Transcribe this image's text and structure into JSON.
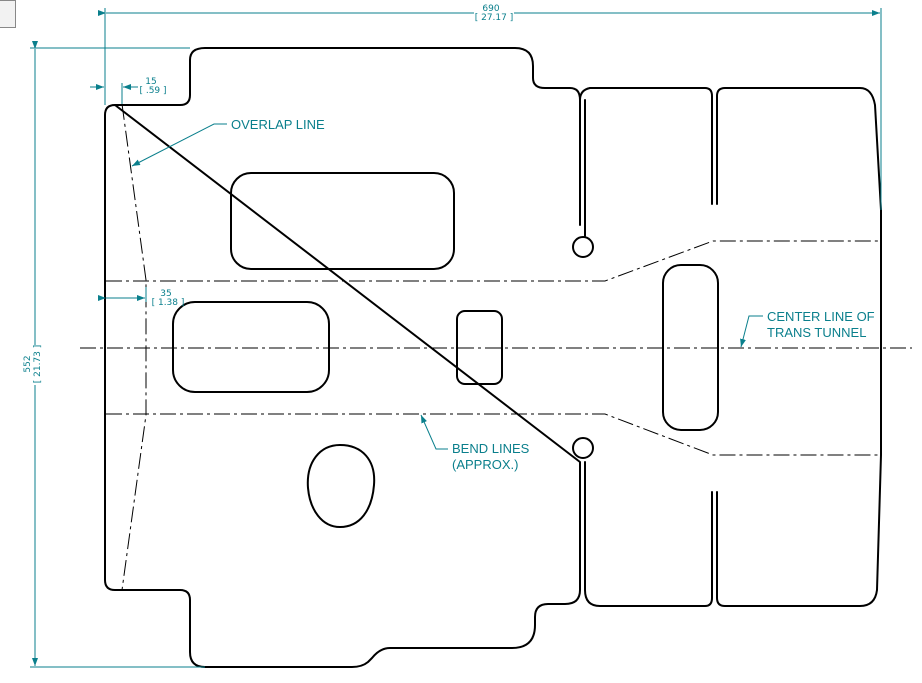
{
  "dimensions": {
    "overall_width": "690",
    "overall_width_inch": "[ 27.17 ]",
    "overall_height": "552",
    "overall_height_inch": "[ 21.73 ]",
    "overlap_offset": "15",
    "overlap_offset_inch": "[ .59 ]",
    "bend_offset": "35",
    "bend_offset_inch": "[ 1.38 ]"
  },
  "notes": {
    "overlap_line": "OVERLAP LINE",
    "center_line_1": "CENTER LINE OF",
    "center_line_2": "TRANS TUNNEL",
    "bend_lines_1": "BEND LINES",
    "bend_lines_2": "(APPROX.)"
  },
  "colors": {
    "dimension": "#0a7f8c",
    "outline": "#000000"
  }
}
